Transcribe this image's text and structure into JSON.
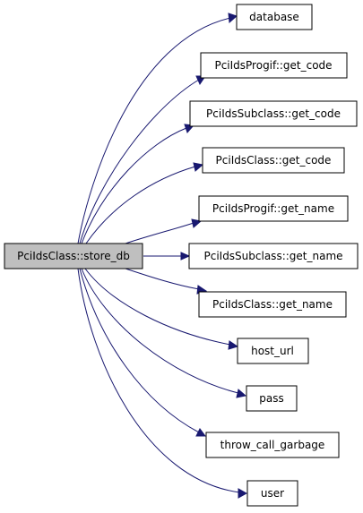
{
  "graph": {
    "root": {
      "label": "PciIdsClass::store_db"
    },
    "callees": [
      {
        "label": "database"
      },
      {
        "label": "PciIdsProgif::get_code"
      },
      {
        "label": "PciIdsSubclass::get_code"
      },
      {
        "label": "PciIdsClass::get_code"
      },
      {
        "label": "PciIdsProgif::get_name"
      },
      {
        "label": "PciIdsSubclass::get_name"
      },
      {
        "label": "PciIdsClass::get_name"
      },
      {
        "label": "host_url"
      },
      {
        "label": "pass"
      },
      {
        "label": "throw_call_garbage"
      },
      {
        "label": "user"
      }
    ]
  },
  "colors": {
    "root_fill": "#bfbfbf",
    "node_fill": "#ffffff",
    "node_border": "#000000",
    "edge": "#191970"
  }
}
